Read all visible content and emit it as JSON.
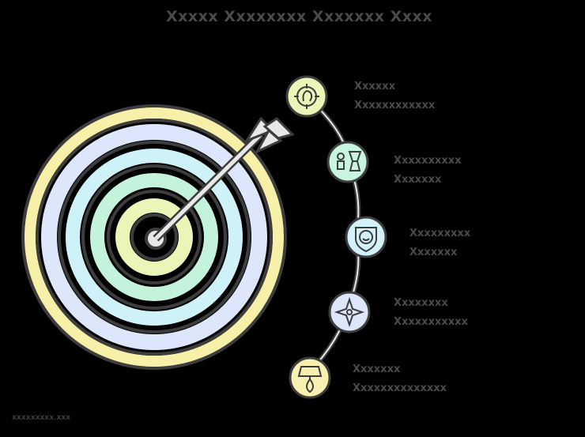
{
  "title": "Xxxxx Xxxxxxxx Xxxxxxx Xxxx",
  "target": {
    "colors": {
      "outer": "#f7f0a8",
      "ring2": "#dde6fb",
      "ring3": "#cff1f8",
      "ring4": "#c4f3dc",
      "inner": "#eaf6b8",
      "bull": "#e8e8e8",
      "stroke": "#3d3d3d"
    }
  },
  "steps": [
    {
      "icon": "target-head-icon",
      "fill": "#eaf6b8",
      "line1": "Xxxxxx",
      "line2": "Xxxxxxxxxxxx"
    },
    {
      "icon": "person-trophy-icon",
      "fill": "#c8f5e0",
      "line1": "Xxxxxxxxxx",
      "line2": "Xxxxxxx"
    },
    {
      "icon": "shield-face-icon",
      "fill": "#d3f1f9",
      "line1": "Xxxxxxxxx",
      "line2": "Xxxxxxx"
    },
    {
      "icon": "compass-icon",
      "fill": "#dde6fb",
      "line1": "Xxxxxxxx",
      "line2": "Xxxxxxxxxxx"
    },
    {
      "icon": "lamp-icon",
      "fill": "#f7f0b0",
      "line1": "Xxxxxxx",
      "line2": "Xxxxxxxxxxxxxx"
    }
  ],
  "watermark": "xxxxxxxxx.xxx"
}
